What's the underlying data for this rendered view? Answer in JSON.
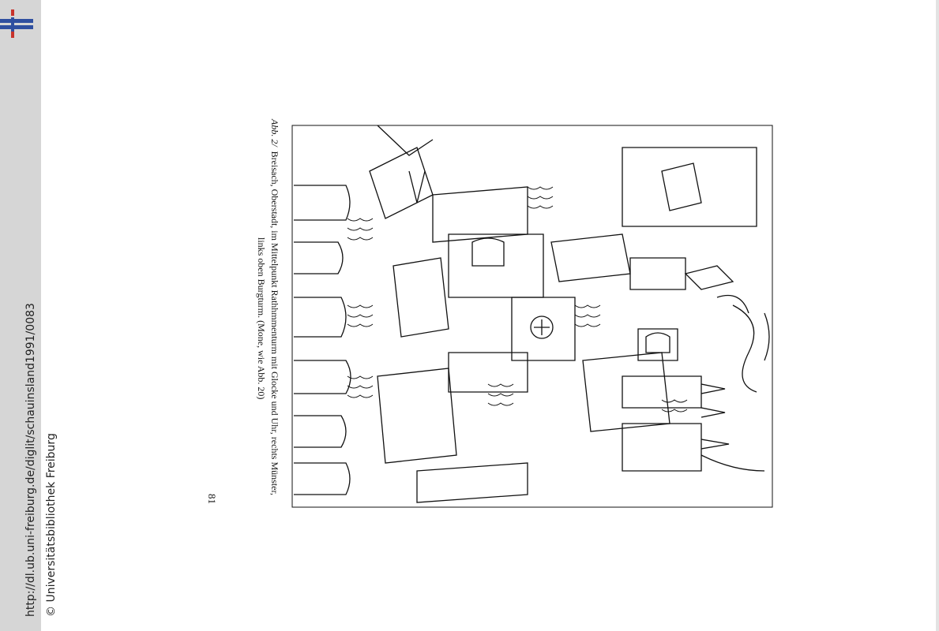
{
  "viewer": {
    "logo_icon": "ub-freiburg-logo-icon",
    "url": "http://dl.ub.uni-freiburg.de/diglit/schauinsland1991/0083",
    "copyright": "© Universitätsbibliothek Freiburg"
  },
  "page": {
    "caption_label": "Abb. 2/",
    "caption_line1": "Breisach, Oberstadt, im Mittelpunkt Rathhmmenturm mit Glocke und Uhr, rechts Münster,",
    "caption_line2": "links oben Burgturm. (Mone, wie Abb. 20)",
    "page_number": "81",
    "illustration_icon": "town-drawing-icon"
  },
  "colors": {
    "sidebar": "#d6d6d6",
    "logo_blue": "#2f4fa0",
    "logo_red": "#c8332b",
    "ink": "#111111"
  }
}
